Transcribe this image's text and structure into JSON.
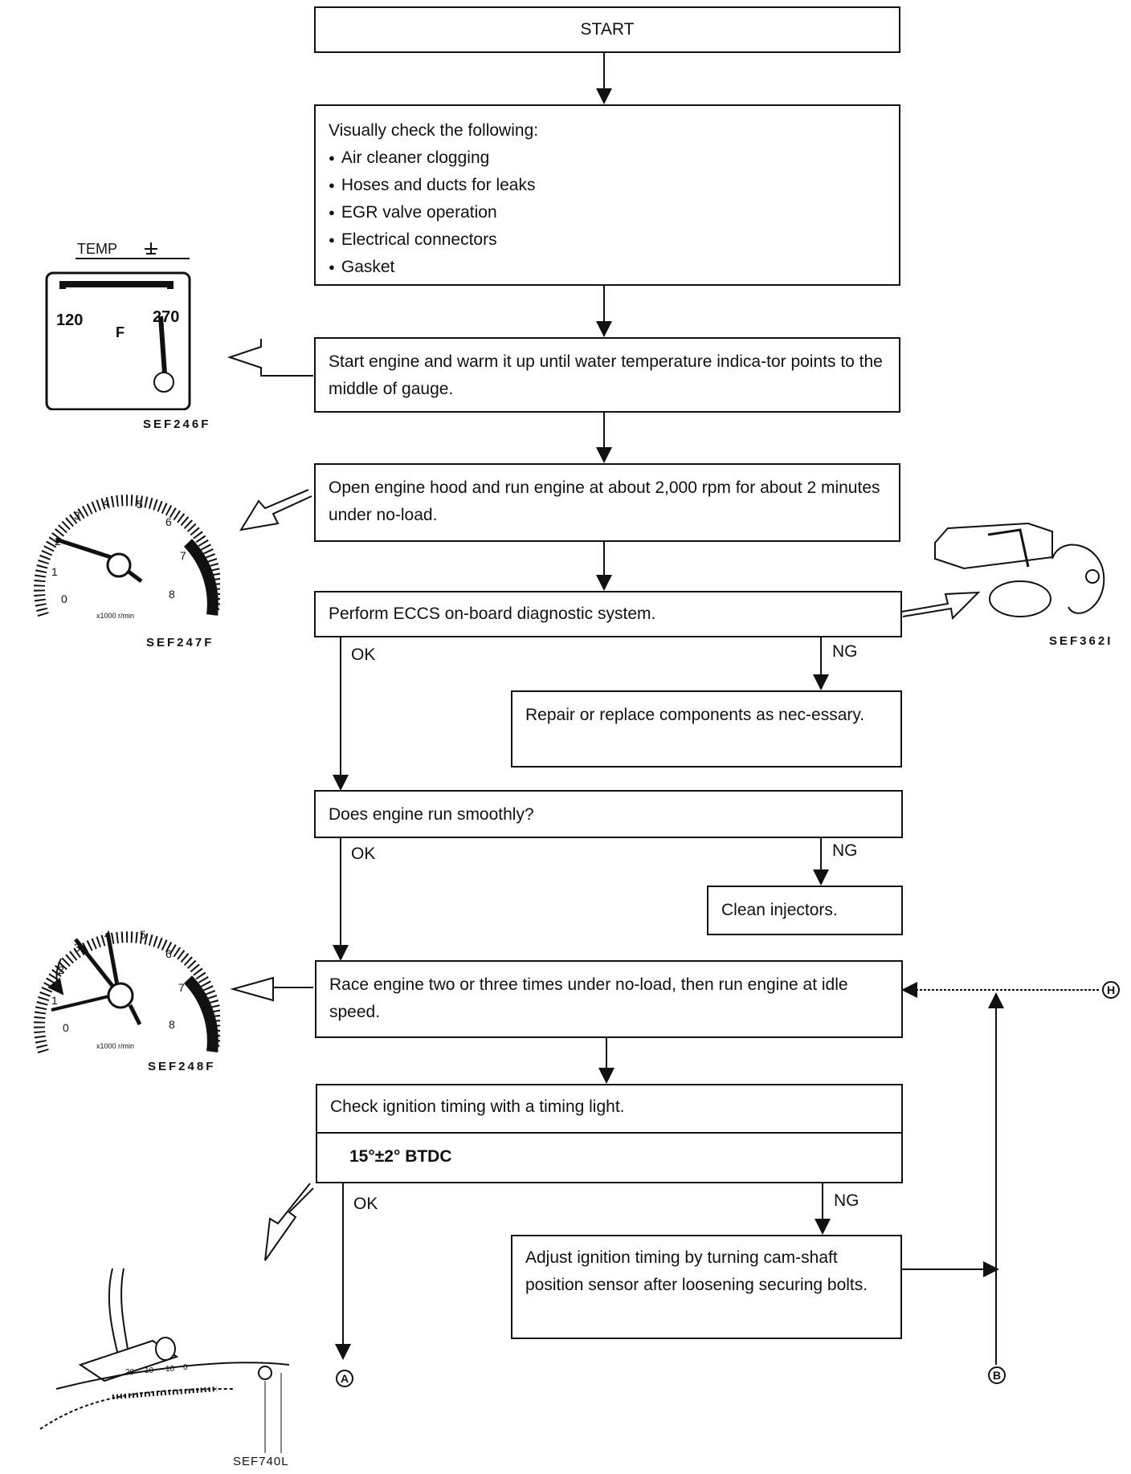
{
  "steps": {
    "start": "START",
    "visual_heading": "Visually check the following:",
    "visual_items": [
      "Air cleaner clogging",
      "Hoses and ducts for leaks",
      "EGR valve operation",
      "Electrical connectors",
      "Gasket"
    ],
    "warm_up": "Start engine and warm it up until water temperature indica-tor points to the middle of gauge.",
    "run_2000": "Open engine hood and run engine at about 2,000 rpm for about 2 minutes under no-load.",
    "eccs": "Perform ECCS on-board diagnostic system.",
    "repair": "Repair or replace components as nec-essary.",
    "smooth": "Does engine run smoothly?",
    "clean": "Clean injectors.",
    "race": "Race engine two or three times under no-load, then run engine at idle speed.",
    "timing": "Check ignition timing with a timing light.",
    "timing_spec": "15°±2° BTDC",
    "adjust": "Adjust ignition timing by turning cam-shaft position sensor after loosening securing bolts."
  },
  "branches": {
    "ok1": "OK",
    "ng1": "NG",
    "ok2": "OK",
    "ng2": "NG",
    "ok3": "OK",
    "ng3": "NG"
  },
  "connectors": {
    "a": "A",
    "b": "B",
    "h": "H"
  },
  "figures": {
    "temp_label": "TEMP",
    "temp_low": "120",
    "temp_high": "270",
    "temp_unit": "F",
    "tach_ticks": [
      "0",
      "1",
      "2",
      "3",
      "4",
      "5",
      "6",
      "7",
      "8"
    ],
    "tach_unit": "x1000 r/min",
    "timing_scale": [
      "20",
      "10",
      "10",
      "0"
    ],
    "codes": {
      "temp": "SEF246F",
      "tach1": "SEF247F",
      "ecu": "SEF362I",
      "tach2": "SEF248F",
      "timing": "SEF740L"
    }
  }
}
